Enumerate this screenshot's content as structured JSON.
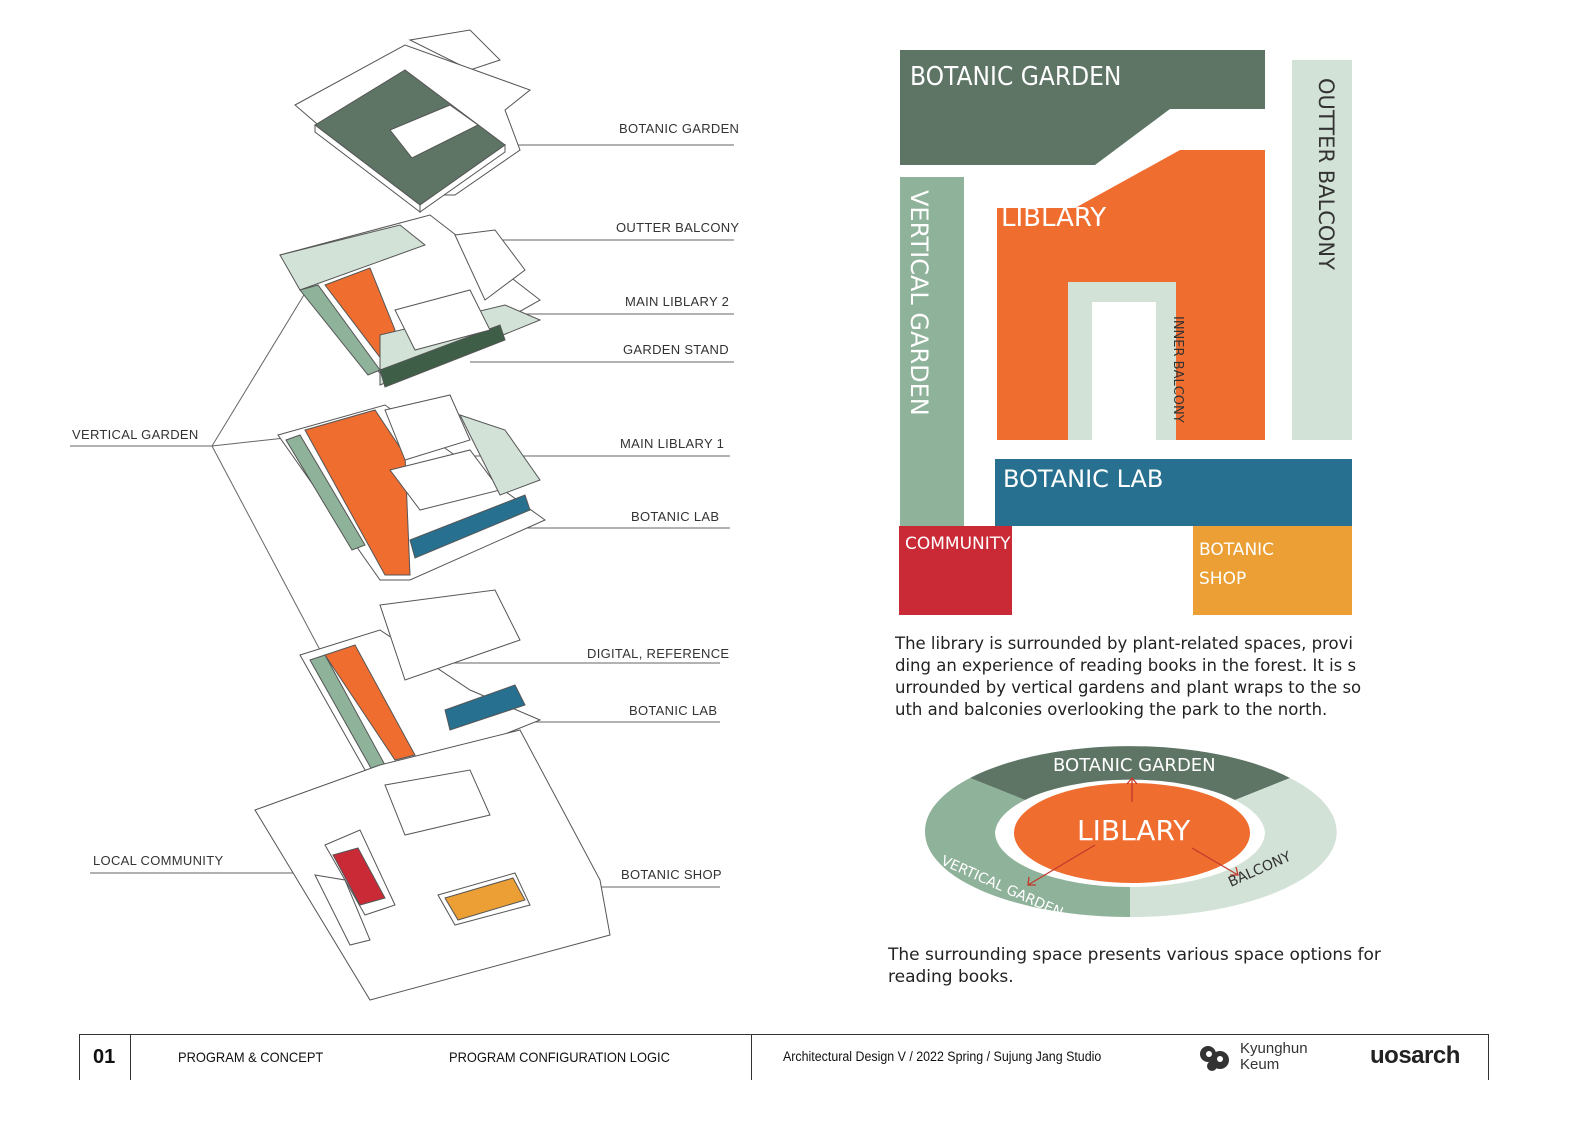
{
  "colors": {
    "botanic_garden": "#5e7566",
    "vertical_garden": "#8fb29a",
    "balcony": "#d2e2d7",
    "library": "#f06d30",
    "botanic_lab": "#27708f",
    "community": "#ca2a36",
    "botanic_shop": "#eb9f34"
  },
  "axon_labels": {
    "botanic_garden": "BOTANIC GARDEN",
    "outter_balcony": "OUTTER BALCONY",
    "main_library_2": "MAIN LIBLARY 2",
    "garden_stand": "GARDEN STAND",
    "vertical_garden": "VERTICAL GARDEN",
    "main_library_1": "MAIN LIBLARY 1",
    "botanic_lab_1": "BOTANIC LAB",
    "digital_reference": "DIGITAL, REFERENCE",
    "botanic_lab_2": "BOTANIC LAB",
    "local_community": "LOCAL COMMUNITY",
    "botanic_shop": "BOTANIC SHOP"
  },
  "program_diagram": {
    "botanic_garden": "BOTANIC GARDEN",
    "outter_balcony": "OUTTER BALCONY",
    "vertical_garden": "VERTICAL GARDEN",
    "library": "LIBLARY",
    "inner_balcony": "INNER BALCONY",
    "botanic_lab": "BOTANIC LAB",
    "community": "COMMUNITY",
    "botanic_shop_line1": "BOTANIC",
    "botanic_shop_line2": "SHOP"
  },
  "description_1": [
    "The library is surrounded by plant-related spaces, provi",
    "ding an experience of reading books in the forest. It is s",
    "urrounded by vertical gardens and plant wraps to the so",
    "uth and balconies overlooking the park to the north."
  ],
  "ring_diagram": {
    "botanic_garden": "BOTANIC GARDEN",
    "library": "LIBLARY",
    "vertical_garden": "VERTICAL GARDEN",
    "balcony": "BALCONY"
  },
  "description_2": [
    "The surrounding space presents various space options for",
    "reading books."
  ],
  "footer": {
    "page_number": "01",
    "section": "PROGRAM & CONCEPT",
    "title": "PROGRAM CONFIGURATION LOGIC",
    "course": "Architectural Design V  /  2022 Spring  /  Sujung Jang Studio",
    "author_line1": "Kyunghun",
    "author_line2": "Keum",
    "logo": "uosarch"
  }
}
